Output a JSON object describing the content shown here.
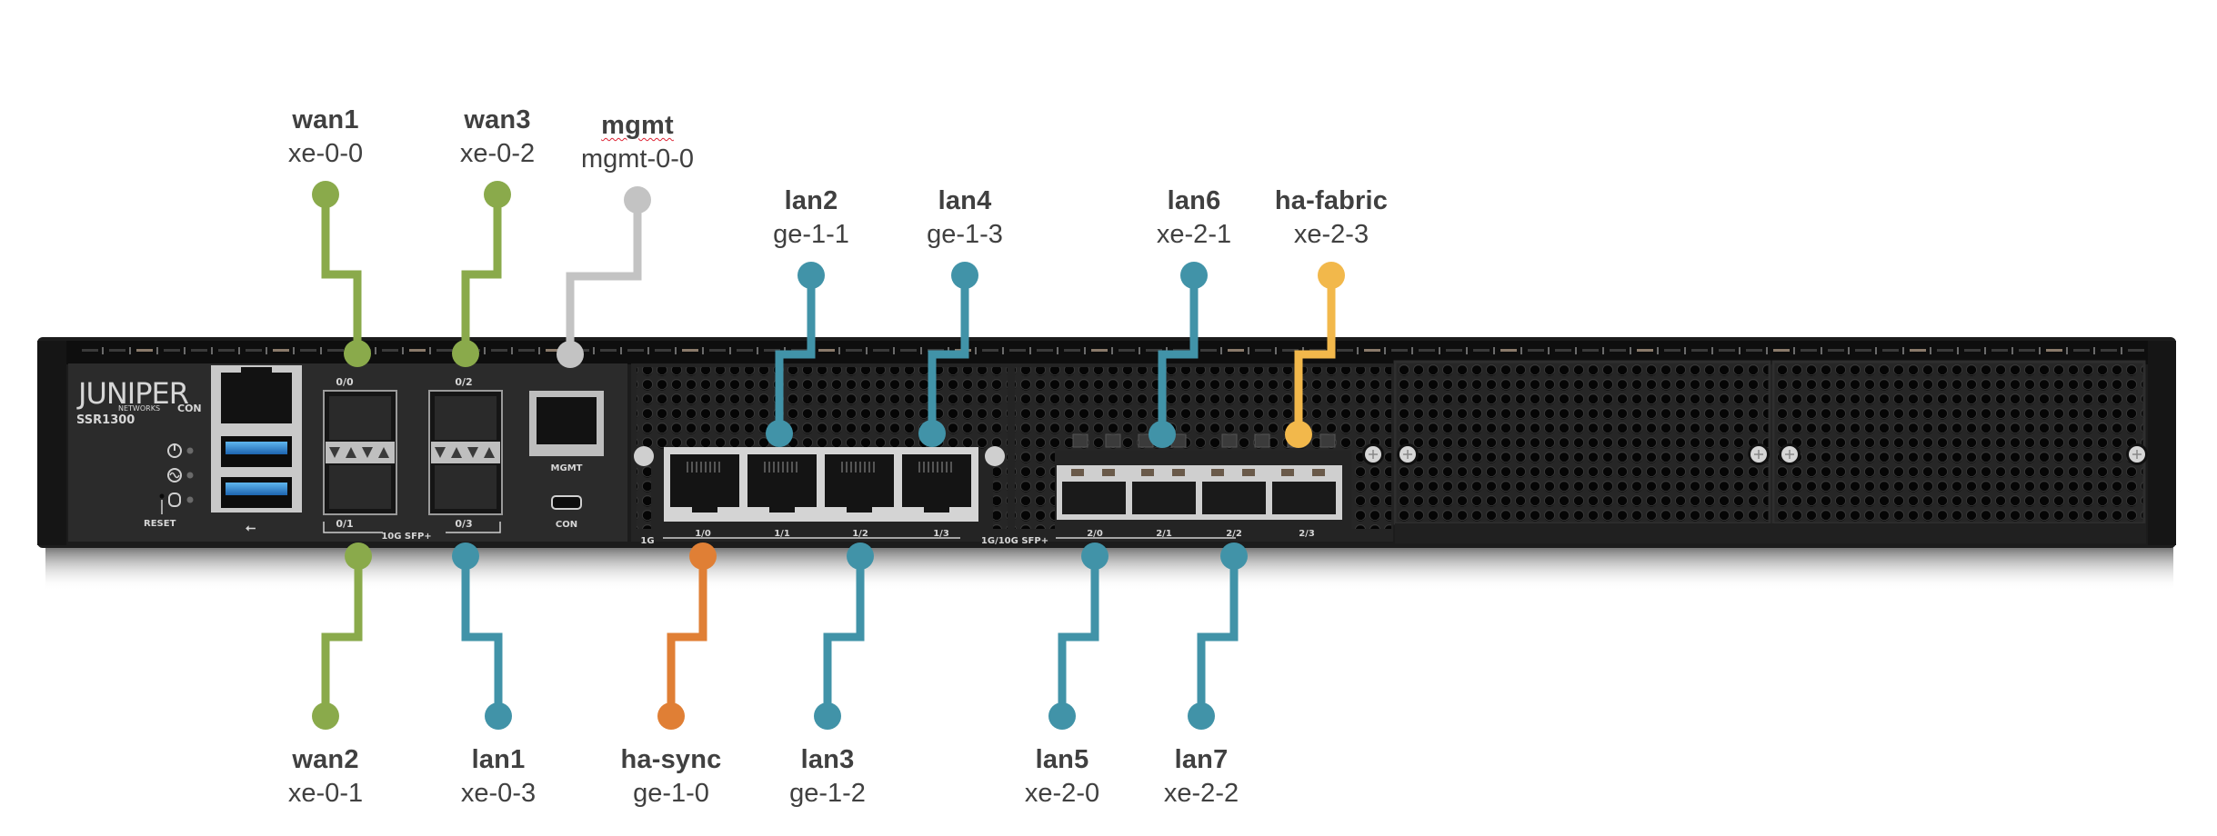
{
  "device": {
    "brand": "JUNIPER",
    "brand_sub": "NETWORKS",
    "model": "SSR1300",
    "front_labels": {
      "con_top": "CON",
      "reset": "RESET",
      "mgmt": "MGMT",
      "con": "CON",
      "sfp_group_0": "10G SFP+",
      "ge_group_1": "1G",
      "sfp_group_2": "1G/10G SFP+",
      "ports_0": [
        "0/0",
        "0/1",
        "0/2",
        "0/3"
      ],
      "ports_1": [
        "1/0",
        "1/1",
        "1/2",
        "1/3"
      ],
      "ports_2": [
        "2/0",
        "2/1",
        "2/2",
        "2/3"
      ]
    }
  },
  "colors": {
    "wan": "#8aaa4b",
    "lan": "#4193a8",
    "mgmt": "#c3c3c3",
    "ha_sync": "#e07f35",
    "ha_fabric": "#f2b84b",
    "text": "#404040"
  },
  "interfaces": [
    {
      "id": "wan1",
      "name": "wan1",
      "iface": "xe-0-0",
      "role": "wan",
      "side": "top"
    },
    {
      "id": "wan3",
      "name": "wan3",
      "iface": "xe-0-2",
      "role": "wan",
      "side": "top"
    },
    {
      "id": "mgmt",
      "name": "mgmt",
      "iface": "mgmt-0-0",
      "role": "mgmt",
      "side": "top"
    },
    {
      "id": "lan2",
      "name": "lan2",
      "iface": "ge-1-1",
      "role": "lan",
      "side": "top"
    },
    {
      "id": "lan4",
      "name": "lan4",
      "iface": "ge-1-3",
      "role": "lan",
      "side": "top"
    },
    {
      "id": "lan6",
      "name": "lan6",
      "iface": "xe-2-1",
      "role": "lan",
      "side": "top"
    },
    {
      "id": "ha-fabric",
      "name": "ha-fabric",
      "iface": "xe-2-3",
      "role": "ha_fabric",
      "side": "top"
    },
    {
      "id": "wan2",
      "name": "wan2",
      "iface": "xe-0-1",
      "role": "wan",
      "side": "bottom"
    },
    {
      "id": "lan1",
      "name": "lan1",
      "iface": "xe-0-3",
      "role": "lan",
      "side": "bottom"
    },
    {
      "id": "ha-sync",
      "name": "ha-sync",
      "iface": "ge-1-0",
      "role": "ha_sync",
      "side": "bottom"
    },
    {
      "id": "lan3",
      "name": "lan3",
      "iface": "ge-1-2",
      "role": "lan",
      "side": "bottom"
    },
    {
      "id": "lan5",
      "name": "lan5",
      "iface": "xe-2-0",
      "role": "lan",
      "side": "bottom"
    },
    {
      "id": "lan7",
      "name": "lan7",
      "iface": "xe-2-2",
      "role": "lan",
      "side": "bottom"
    }
  ]
}
